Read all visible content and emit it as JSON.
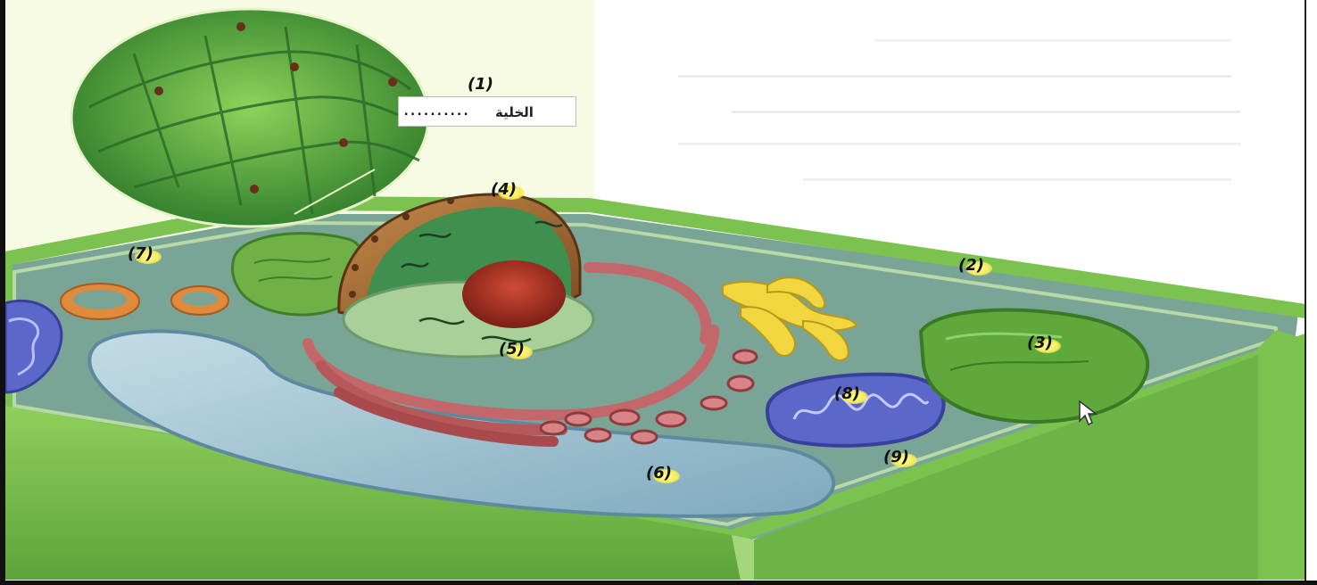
{
  "labels": {
    "n1": "(1)",
    "n2": "(2)",
    "n3": "(3)",
    "n4": "(4)",
    "n5": "(5)",
    "n6": "(6)",
    "n7": "(7)",
    "n8": "(8)",
    "n9": "(9)"
  },
  "label_box": {
    "dots": "..........",
    "arabic": "الخلية"
  },
  "colors": {
    "wall": "#7cc24e",
    "cytoplasm": "#6e9a8c",
    "vacuole": "#9cc3d4",
    "nucleus": "#3f8f4f",
    "nucleolus": "#b5372a",
    "er": "#b6585a",
    "golgi": "#f2d640",
    "mitochondria": "#5b67c9",
    "chloroplast": "#5fa83c",
    "ring_orange": "#e08a3c",
    "tag_glow": "#f4ec5a"
  },
  "icons": [
    "cursor-icon"
  ]
}
